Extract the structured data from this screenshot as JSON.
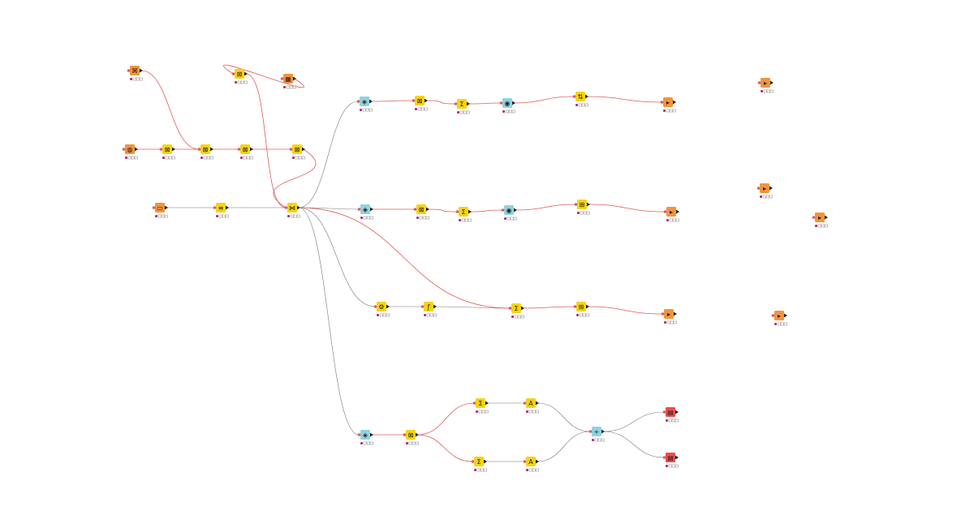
{
  "canvas": {
    "background": "#ffffff"
  },
  "colors": {
    "source": "#f0953c",
    "manipulator": "#f5d40f",
    "other": "#8fd3e0",
    "sink": "#ef4b4b",
    "connection_flow": "#e05a5a",
    "connection_data": "#777777",
    "status_ok": "#4caf50",
    "status_warn": "#f5d40f",
    "status_idle": "#d8d8d8"
  },
  "nodes": [
    {
      "id": "n1",
      "kind": "source",
      "icon": "file-reader-icon"
    },
    {
      "id": "n2",
      "kind": "manipulator",
      "icon": "column-filter-icon"
    },
    {
      "id": "n3",
      "kind": "source",
      "icon": "table-reader-icon"
    },
    {
      "id": "n4",
      "kind": "source",
      "icon": "database-reader-icon"
    },
    {
      "id": "n5",
      "kind": "manipulator",
      "icon": "column-filter-icon"
    },
    {
      "id": "n6",
      "kind": "manipulator",
      "icon": "column-filter-icon"
    },
    {
      "id": "n7",
      "kind": "manipulator",
      "icon": "column-filter-icon"
    },
    {
      "id": "n8",
      "kind": "manipulator",
      "icon": "column-filter-icon"
    },
    {
      "id": "n9",
      "kind": "source",
      "icon": "csv-reader-icon"
    },
    {
      "id": "n10",
      "kind": "manipulator",
      "icon": "row-filter-icon"
    },
    {
      "id": "n11",
      "kind": "manipulator",
      "icon": "joiner-icon"
    },
    {
      "id": "n12",
      "kind": "other",
      "icon": "metanode-icon"
    },
    {
      "id": "n13",
      "kind": "manipulator",
      "icon": "column-filter-icon"
    },
    {
      "id": "n14",
      "kind": "manipulator",
      "icon": "groupby-icon"
    },
    {
      "id": "n15",
      "kind": "other",
      "icon": "view-icon"
    },
    {
      "id": "n16",
      "kind": "manipulator",
      "icon": "sorter-icon"
    },
    {
      "id": "n17",
      "kind": "source",
      "icon": "writer-icon"
    },
    {
      "id": "n18",
      "kind": "other",
      "icon": "metanode-icon"
    },
    {
      "id": "n19",
      "kind": "manipulator",
      "icon": "column-filter-icon"
    },
    {
      "id": "n20",
      "kind": "manipulator",
      "icon": "groupby-icon"
    },
    {
      "id": "n21",
      "kind": "other",
      "icon": "view-icon"
    },
    {
      "id": "n22",
      "kind": "manipulator",
      "icon": "pivot-icon"
    },
    {
      "id": "n23",
      "kind": "source",
      "icon": "writer-icon"
    },
    {
      "id": "n24",
      "kind": "manipulator",
      "icon": "rule-engine-icon"
    },
    {
      "id": "n25",
      "kind": "manipulator",
      "icon": "math-formula-icon"
    },
    {
      "id": "n26",
      "kind": "manipulator",
      "icon": "groupby-icon"
    },
    {
      "id": "n27",
      "kind": "manipulator",
      "icon": "pivot-icon"
    },
    {
      "id": "n28",
      "kind": "source",
      "icon": "writer-icon"
    },
    {
      "id": "n29",
      "kind": "other",
      "icon": "metanode-icon"
    },
    {
      "id": "n30",
      "kind": "manipulator",
      "icon": "column-filter-icon"
    },
    {
      "id": "n31",
      "kind": "manipulator",
      "icon": "groupby-icon"
    },
    {
      "id": "n32",
      "kind": "manipulator",
      "icon": "string-manipulation-icon"
    },
    {
      "id": "n33",
      "kind": "manipulator",
      "icon": "groupby-icon"
    },
    {
      "id": "n34",
      "kind": "manipulator",
      "icon": "string-manipulation-icon"
    },
    {
      "id": "n35",
      "kind": "other",
      "icon": "concatenate-icon"
    },
    {
      "id": "n36",
      "kind": "sink",
      "icon": "chart-view-icon"
    },
    {
      "id": "n37",
      "kind": "sink",
      "icon": "chart-view-icon"
    },
    {
      "id": "n38",
      "kind": "source",
      "icon": "writer-icon"
    },
    {
      "id": "n39",
      "kind": "source",
      "icon": "writer-icon"
    },
    {
      "id": "n40",
      "kind": "source",
      "icon": "writer-icon"
    },
    {
      "id": "n41",
      "kind": "source",
      "icon": "writer-icon"
    }
  ],
  "connections": [
    {
      "from": "n1",
      "to": "n6",
      "type": "flow"
    },
    {
      "from": "n3",
      "to": "n2",
      "type": "flow"
    },
    {
      "from": "n2",
      "to": "n11",
      "type": "flow"
    },
    {
      "from": "n4",
      "to": "n5",
      "type": "flow"
    },
    {
      "from": "n5",
      "to": "n6",
      "type": "flow"
    },
    {
      "from": "n6",
      "to": "n7",
      "type": "flow"
    },
    {
      "from": "n7",
      "to": "n8",
      "type": "flow"
    },
    {
      "from": "n8",
      "to": "n11",
      "type": "flow"
    },
    {
      "from": "n9",
      "to": "n10",
      "type": "data"
    },
    {
      "from": "n10",
      "to": "n11",
      "type": "data"
    },
    {
      "from": "n11",
      "to": "n12",
      "type": "data"
    },
    {
      "from": "n12",
      "to": "n13",
      "type": "flow"
    },
    {
      "from": "n13",
      "to": "n14",
      "type": "flow"
    },
    {
      "from": "n14",
      "to": "n15",
      "type": "flow"
    },
    {
      "from": "n15",
      "to": "n16",
      "type": "flow"
    },
    {
      "from": "n16",
      "to": "n17",
      "type": "flow"
    },
    {
      "from": "n11",
      "to": "n18",
      "type": "data"
    },
    {
      "from": "n18",
      "to": "n19",
      "type": "flow"
    },
    {
      "from": "n19",
      "to": "n20",
      "type": "flow"
    },
    {
      "from": "n20",
      "to": "n21",
      "type": "flow"
    },
    {
      "from": "n21",
      "to": "n22",
      "type": "flow"
    },
    {
      "from": "n22",
      "to": "n23",
      "type": "flow"
    },
    {
      "from": "n11",
      "to": "n24",
      "type": "data"
    },
    {
      "from": "n24",
      "to": "n25",
      "type": "data"
    },
    {
      "from": "n25",
      "to": "n26",
      "type": "data"
    },
    {
      "from": "n11",
      "to": "n26",
      "type": "flow"
    },
    {
      "from": "n26",
      "to": "n27",
      "type": "flow"
    },
    {
      "from": "n27",
      "to": "n28",
      "type": "flow"
    },
    {
      "from": "n11",
      "to": "n29",
      "type": "data"
    },
    {
      "from": "n29",
      "to": "n30",
      "type": "flow"
    },
    {
      "from": "n30",
      "to": "n31",
      "type": "flow"
    },
    {
      "from": "n30",
      "to": "n33",
      "type": "flow"
    },
    {
      "from": "n31",
      "to": "n32",
      "type": "data"
    },
    {
      "from": "n33",
      "to": "n34",
      "type": "data"
    },
    {
      "from": "n32",
      "to": "n35",
      "type": "data"
    },
    {
      "from": "n34",
      "to": "n35",
      "type": "data"
    },
    {
      "from": "n35",
      "to": "n36",
      "type": "data"
    },
    {
      "from": "n35",
      "to": "n37",
      "type": "data"
    }
  ]
}
